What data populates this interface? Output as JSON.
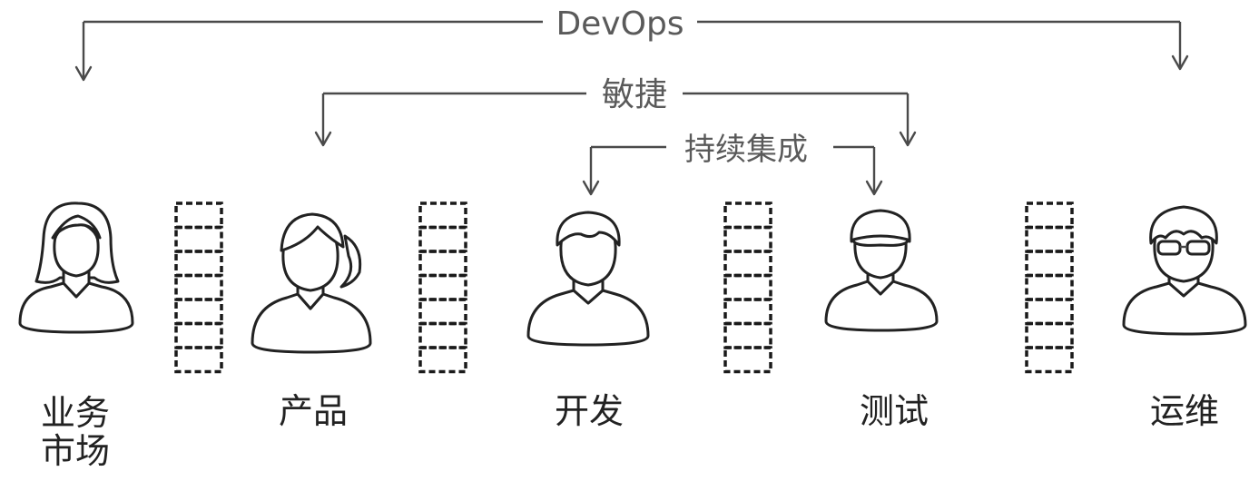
{
  "brackets": {
    "devops": "DevOps",
    "agile": "敏捷",
    "ci": "持续集成"
  },
  "roles": {
    "business": [
      "业务",
      "市场"
    ],
    "product": "产品",
    "dev": "开发",
    "test": "测试",
    "ops": "运维"
  }
}
